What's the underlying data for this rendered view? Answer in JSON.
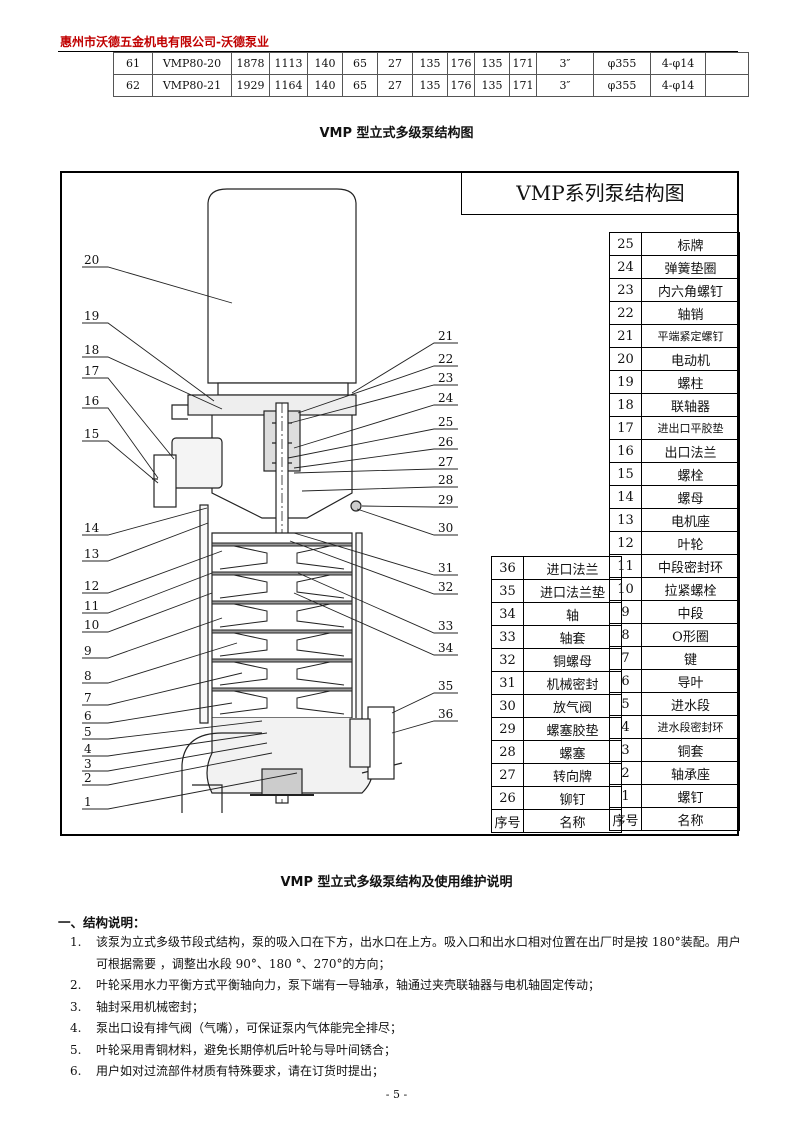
{
  "header": {
    "company": "惠州市沃德五金机电有限公司-沃德泵业"
  },
  "spec_rows": [
    [
      "61",
      "VMP80-20",
      "1878",
      "1113",
      "140",
      "65",
      "27",
      "135",
      "176",
      "135",
      "171",
      "3″",
      "φ355",
      "4-φ14",
      ""
    ],
    [
      "62",
      "VMP80-21",
      "1929",
      "1164",
      "140",
      "65",
      "27",
      "135",
      "176",
      "135",
      "171",
      "3″",
      "φ355",
      "4-φ14",
      ""
    ]
  ],
  "section_title": "VMP 型立式多级泵结构图",
  "drawing": {
    "title": "VMP系列泵结构图",
    "callouts_left": [
      "20",
      "19",
      "18",
      "17",
      "16",
      "15",
      "14",
      "13",
      "12",
      "11",
      "10",
      "9",
      "8",
      "7",
      "6",
      "5",
      "4",
      "3",
      "2",
      "1"
    ],
    "callouts_right": [
      "21",
      "22",
      "23",
      "24",
      "25",
      "26",
      "27",
      "28",
      "29",
      "30",
      "31",
      "32",
      "33",
      "34",
      "35",
      "36"
    ]
  },
  "parts_right": [
    {
      "no": "25",
      "name": "标牌"
    },
    {
      "no": "24",
      "name": "弹簧垫圈"
    },
    {
      "no": "23",
      "name": "内六角螺钉"
    },
    {
      "no": "22",
      "name": "轴销"
    },
    {
      "no": "21",
      "name": "平端紧定螺钉"
    },
    {
      "no": "20",
      "name": "电动机"
    },
    {
      "no": "19",
      "name": "螺柱"
    },
    {
      "no": "18",
      "name": "联轴器"
    },
    {
      "no": "17",
      "name": "进出口平胶垫"
    },
    {
      "no": "16",
      "name": "出口法兰"
    },
    {
      "no": "15",
      "name": "螺栓"
    },
    {
      "no": "14",
      "name": "螺母"
    },
    {
      "no": "13",
      "name": "电机座"
    },
    {
      "no": "12",
      "name": "叶轮"
    },
    {
      "no": "11",
      "name": "中段密封环"
    },
    {
      "no": "10",
      "name": "拉紧螺栓"
    },
    {
      "no": "9",
      "name": "中段"
    },
    {
      "no": "8",
      "name": "O形圈"
    },
    {
      "no": "7",
      "name": "键"
    },
    {
      "no": "6",
      "name": "导叶"
    },
    {
      "no": "5",
      "name": "进水段"
    },
    {
      "no": "4",
      "name": "进水段密封环"
    },
    {
      "no": "3",
      "name": "铜套"
    },
    {
      "no": "2",
      "name": "轴承座"
    },
    {
      "no": "1",
      "name": "螺钉"
    }
  ],
  "parts_left": [
    {
      "no": "36",
      "name": "进口法兰"
    },
    {
      "no": "35",
      "name": "进口法兰垫"
    },
    {
      "no": "34",
      "name": "轴"
    },
    {
      "no": "33",
      "name": "轴套"
    },
    {
      "no": "32",
      "name": "铜螺母"
    },
    {
      "no": "31",
      "name": "机械密封"
    },
    {
      "no": "30",
      "name": "放气阀"
    },
    {
      "no": "29",
      "name": "螺塞胶垫"
    },
    {
      "no": "28",
      "name": "螺塞"
    },
    {
      "no": "27",
      "name": "转向牌"
    },
    {
      "no": "26",
      "name": "铆钉"
    }
  ],
  "parts_header": {
    "no": "序号",
    "name": "名称"
  },
  "manual_title": "VMP 型立式多级泵结构及使用维护说明",
  "section1": {
    "heading": "一、结构说明：",
    "items": [
      {
        "num": "1.",
        "text": "该泵为立式多级节段式结构，泵的吸入口在下方，出水口在上方。吸入口和出水口相对位置在出厂时是按 180°装配。用户可根据需要 ，调整出水段 90°、180 °、270°的方向；"
      },
      {
        "num": "2.",
        "text": "叶轮采用水力平衡方式平衡轴向力，泵下端有一导轴承，轴通过夹壳联轴器与电机轴固定传动；"
      },
      {
        "num": "3.",
        "text": "轴封采用机械密封；"
      },
      {
        "num": "4.",
        "text": "泵出口设有排气阀（气嘴），可保证泵内气体能完全排尽；"
      },
      {
        "num": "5.",
        "text": "叶轮采用青铜材料，避免长期停机后叶轮与导叶间锈合；"
      },
      {
        "num": "6.",
        "text": "用户如对过流部件材质有特殊要求，请在订货时提出；"
      }
    ]
  },
  "page_number": "- 5 -"
}
